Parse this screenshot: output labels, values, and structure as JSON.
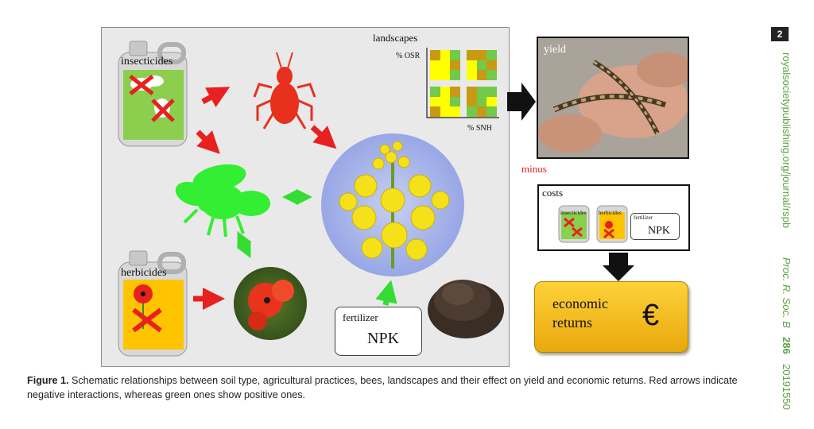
{
  "page_number": "2",
  "sidebar": {
    "url": "royalsocietypublishing.org/journal/rspb",
    "journal": "Proc. R. Soc. B",
    "volume": "286",
    "article": "20191550"
  },
  "figure": {
    "insecticides_label": "insecticides",
    "herbicides_label": "herbicides",
    "landscapes_label": "landscapes",
    "osr_axis_label": "% OSR",
    "snh_axis_label": "% SNH",
    "fertilizer_label": "fertilizer",
    "npk_label": "NPK",
    "yield_label": "yield",
    "minus_label": "minus",
    "costs_label": "costs",
    "costs_insecticides_label": "insecticides",
    "costs_herbicides_label": "herbicides",
    "costs_fertilizer_label": "fertilizer",
    "costs_npk_label": "NPK",
    "economic_returns_line1": "economic",
    "economic_returns_line2": "returns",
    "euro_symbol": "€"
  },
  "caption": {
    "prefix": "Figure 1.",
    "text": "Schematic relationships between soil type, agricultural practices, bees, landscapes and their effect on yield and economic returns. Red arrows indicate negative interactions, whereas green ones show positive ones."
  },
  "colors": {
    "negative_arrow": "#e8201f",
    "positive_arrow": "#33dd33",
    "pest_red": "#e8301f",
    "bee_green": "#33ee33",
    "insecticide_green": "#8ccf4f",
    "herbicide_yellow": "#ffc400",
    "returns_gold": "#f6bb16",
    "accent_sidebar": "#5aa445"
  },
  "landscape_grids": [
    [
      "#c89a14",
      "#ffff00",
      "#73c94a",
      "#ffff00",
      "#ffff00",
      "#c89a14",
      "#ffff00",
      "#ffff00",
      "#73c94a"
    ],
    [
      "#c89a14",
      "#c89a14",
      "#73c94a",
      "#ffff00",
      "#73c94a",
      "#c89a14",
      "#ffff00",
      "#c89a14",
      "#73c94a"
    ],
    [
      "#73c94a",
      "#ffff00",
      "#c89a14",
      "#ffff00",
      "#ffff00",
      "#73c94a",
      "#c89a14",
      "#ffff00",
      "#ffff00"
    ],
    [
      "#c89a14",
      "#73c94a",
      "#73c94a",
      "#c89a14",
      "#73c94a",
      "#ffff00",
      "#73c94a",
      "#c89a14",
      "#73c94a"
    ]
  ]
}
